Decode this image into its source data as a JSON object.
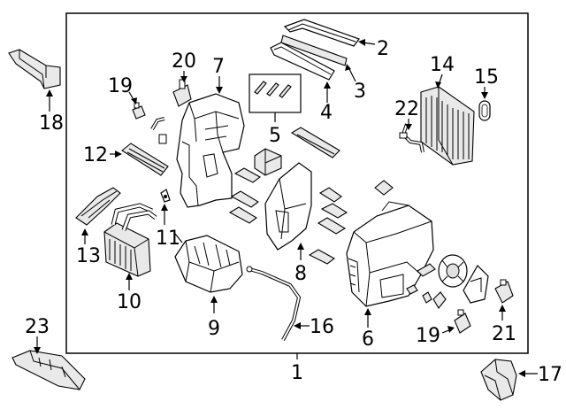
{
  "callouts": [
    {
      "id": "1",
      "text": "1"
    },
    {
      "id": "2",
      "text": "2"
    },
    {
      "id": "3",
      "text": "3"
    },
    {
      "id": "4",
      "text": "4"
    },
    {
      "id": "5",
      "text": "5"
    },
    {
      "id": "6",
      "text": "6"
    },
    {
      "id": "7",
      "text": "7"
    },
    {
      "id": "8",
      "text": "8"
    },
    {
      "id": "9",
      "text": "9"
    },
    {
      "id": "10",
      "text": "10"
    },
    {
      "id": "11",
      "text": "11"
    },
    {
      "id": "12",
      "text": "12"
    },
    {
      "id": "13",
      "text": "13"
    },
    {
      "id": "14",
      "text": "14"
    },
    {
      "id": "15",
      "text": "15"
    },
    {
      "id": "16",
      "text": "16"
    },
    {
      "id": "17",
      "text": "17"
    },
    {
      "id": "18",
      "text": "18"
    },
    {
      "id": "19a",
      "text": "19"
    },
    {
      "id": "19b",
      "text": "19"
    },
    {
      "id": "20",
      "text": "20"
    },
    {
      "id": "21",
      "text": "21"
    },
    {
      "id": "22",
      "text": "22"
    },
    {
      "id": "23",
      "text": "23"
    }
  ]
}
